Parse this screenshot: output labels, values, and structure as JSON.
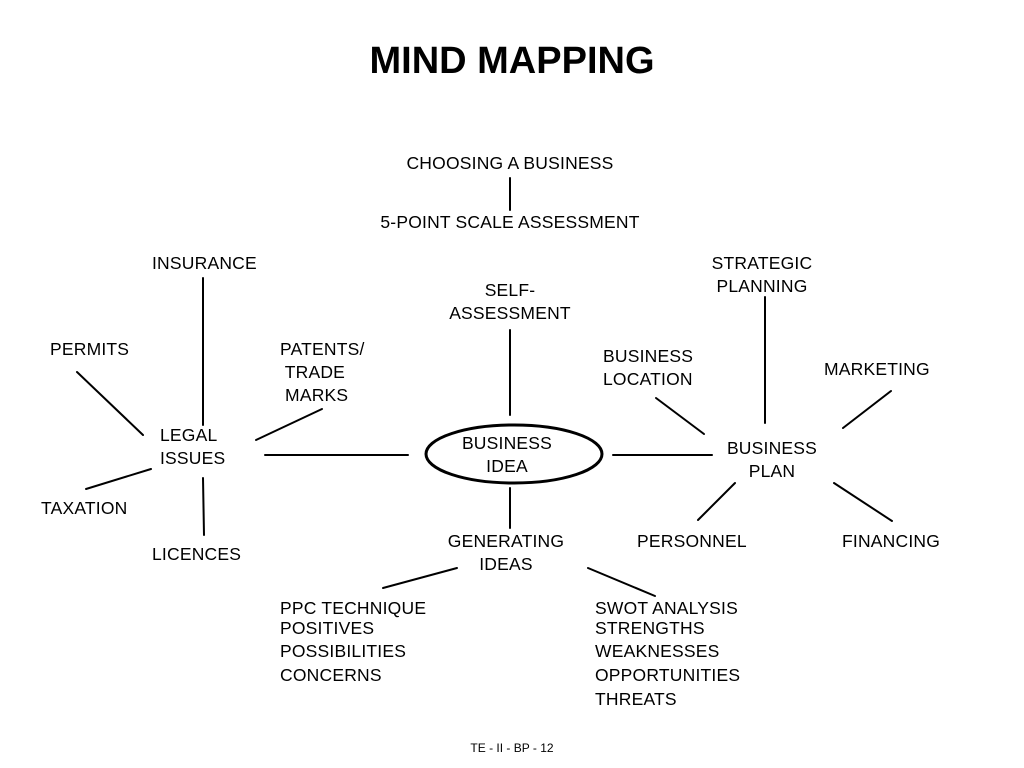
{
  "title": "MIND MAPPING",
  "nodes": {
    "choosing_a_business": "CHOOSING A BUSINESS",
    "five_point_scale": "5-POINT SCALE ASSESSMENT",
    "self_assessment": "SELF-\nASSESSMENT",
    "business_idea": "BUSINESS\nIDEA",
    "generating_ideas": "GENERATING\nIDEAS",
    "legal_issues": "LEGAL\nISSUES",
    "insurance": "INSURANCE",
    "permits": "PERMITS",
    "patents_trade_marks": "PATENTS/\n TRADE\n MARKS",
    "taxation": "TAXATION",
    "licences": "LICENCES",
    "business_plan": "BUSINESS\nPLAN",
    "strategic_planning": "STRATEGIC\nPLANNING",
    "business_location": "BUSINESS\nLOCATION",
    "marketing": "MARKETING",
    "personnel": "PERSONNEL",
    "financing": "FINANCING",
    "ppc_technique": "PPC TECHNIQUE",
    "ppc_items": [
      "POSITIVES",
      "POSSIBILITIES",
      "CONCERNS"
    ],
    "swot_analysis": "SWOT ANALYSIS",
    "swot_items": [
      "STRENGTHS",
      "WEAKNESSES",
      "OPPORTUNITIES",
      "THREATS"
    ]
  },
  "footer": "TE - II - BP - 12"
}
